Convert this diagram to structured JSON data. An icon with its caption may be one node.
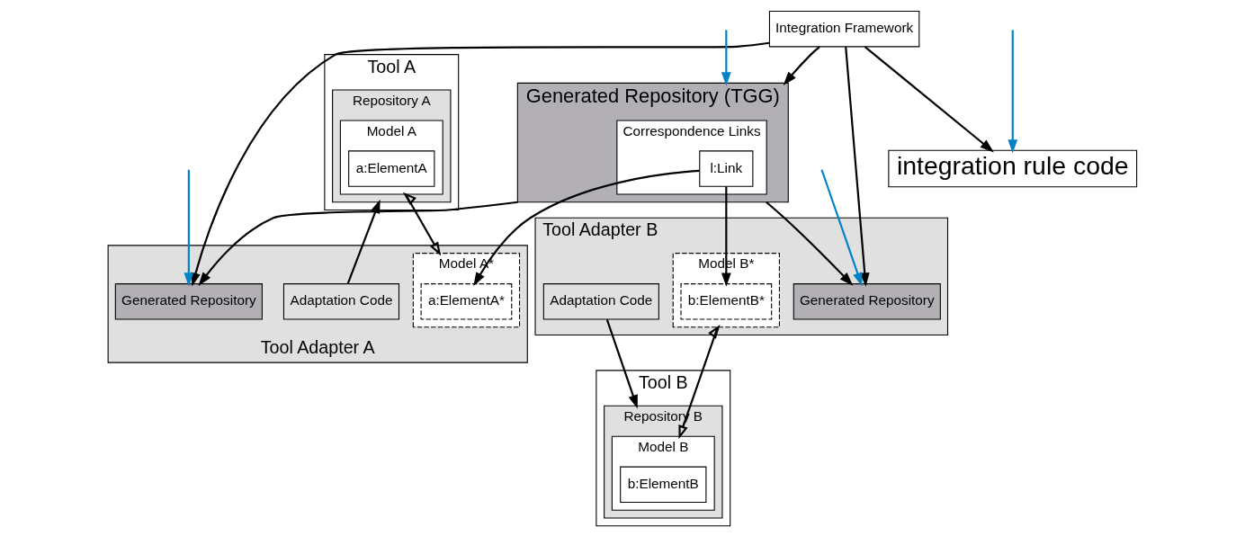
{
  "diagram": {
    "nodes": [
      {
        "text": [
          "Tool A"
        ]
      },
      {
        "text": [
          "Repository A"
        ],
        "in": 0
      },
      {
        "text": [
          "Model A"
        ],
        "in": 1
      },
      {
        "text": [
          "a:ElementA"
        ],
        "in": 2
      },
      {
        "text": [
          "Tool Adapter A"
        ]
      },
      {
        "text": [
          "Adaptation Code"
        ],
        "in": 4
      },
      {
        "text": [
          "Generated Repository"
        ],
        "in": 4
      },
      {
        "text": [
          "Model A*"
        ],
        "in": 4
      },
      {
        "text": [
          "a:ElementA*"
        ],
        "in": 7
      },
      {
        "text": [
          "Generated Repository (TGG)"
        ]
      },
      {
        "text": [
          "Correspondence Links"
        ],
        "in": 9
      },
      {
        "text": [
          "l:Link"
        ],
        "in": 10
      },
      {
        "text": [
          "Tool Adapter B"
        ]
      },
      {
        "text": [
          "Generated Repository"
        ],
        "in": 12
      },
      {
        "text": [
          "Adaptation Code"
        ],
        "in": 12
      },
      {
        "text": [
          "Model B*"
        ],
        "in": 12
      },
      {
        "text": [
          "b:ElementB*"
        ],
        "in": 15
      },
      {
        "text": [
          "Tool B"
        ]
      },
      {
        "text": [
          "Repository B"
        ],
        "in": 17
      },
      {
        "text": [
          "Model B"
        ],
        "in": 18
      },
      {
        "text": [
          "b:ElementB"
        ],
        "in": 19
      },
      {
        "text": [
          "Integration Framework"
        ]
      },
      {
        "text": [
          "integration rule code"
        ]
      }
    ],
    "edges": [
      {
        "from": 5,
        "to": 1,
        "arrow": "to"
      },
      {
        "from": 9,
        "to": 6,
        "arrow": "to"
      },
      {
        "from": 9,
        "to": 13,
        "arrow": "to"
      },
      {
        "from": 14,
        "to": 18,
        "arrow": "to"
      },
      {
        "from": 2,
        "to": 7,
        "arrow": "both"
      },
      {
        "from": 15,
        "to": 19,
        "arrow": "both"
      },
      {
        "from": 11,
        "to": 8,
        "arrow": "to"
      },
      {
        "from": 11,
        "to": 16,
        "arrow": "to"
      },
      {
        "from": 21,
        "to": 6,
        "arrow": "to"
      },
      {
        "from": 21,
        "to": 9,
        "arrow": "to"
      },
      {
        "from": 21,
        "to": 13,
        "arrow": "to"
      },
      {
        "from": 21,
        "to": 22,
        "arrow": "to"
      },
      {
        "from": null,
        "to": 22,
        "arrow": "to",
        "color": "#0082c8"
      },
      {
        "from": null,
        "to": 6,
        "arrow": "to",
        "color": "#0082c8"
      },
      {
        "from": null,
        "to": 9,
        "arrow": "to",
        "color": "#0082c8"
      },
      {
        "from": null,
        "to": 13,
        "arrow": "to",
        "color": "#0082c8"
      }
    ]
  }
}
